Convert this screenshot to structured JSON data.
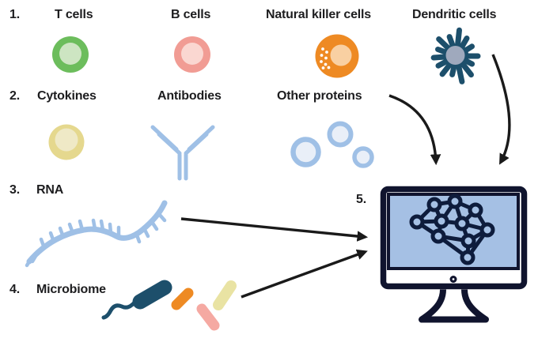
{
  "figure": {
    "kind": "immune-data-to-machine-learning-diagram",
    "rows": [
      {
        "number": "1.",
        "items": [
          "T cells",
          "B cells",
          "Natural killer cells",
          "Dendritic cells"
        ]
      },
      {
        "number": "2.",
        "items": [
          "Cytokines",
          "Antibodies",
          "Other proteins"
        ]
      },
      {
        "number": "3.",
        "items": [
          "RNA"
        ]
      },
      {
        "number": "4.",
        "items": [
          "Microbiome"
        ]
      },
      {
        "number": "5.",
        "items": []
      }
    ]
  },
  "icons": [
    "t-cell-icon",
    "b-cell-icon",
    "natural-killer-cell-icon",
    "dendritic-cell-icon",
    "cytokine-icon",
    "antibody-icon",
    "other-proteins-icon",
    "rna-icon",
    "microbiome-bacteria-icon",
    "monitor-icon",
    "neural-network-icon",
    "arrow-icon-rna-to-monitor",
    "arrow-icon-microbiome-to-monitor",
    "arrow-icon-proteins-to-monitor",
    "arrow-icon-dendritic-to-monitor"
  ],
  "palette": {
    "t_cell_outer": "#6cbd5c",
    "t_cell_inner": "#cde5c2",
    "b_cell_outer": "#f19c94",
    "b_cell_inner": "#fad7d1",
    "nk_cell_outer": "#ee8a23",
    "nk_cell_inner": "#f9d0a2",
    "dendritic_body": "#1d4f6b",
    "dendritic_nucleus": "#9fa9bd",
    "cytokine_outer": "#e5d88e",
    "cytokine_inner": "#efe9c6",
    "antibody_blue": "#9fc0e6",
    "protein_ring": "#9fc0e6",
    "protein_fill": "#e9eff8",
    "rna_blue": "#9fc0e6",
    "microbe_teal": "#1d4f6b",
    "microbe_orange": "#ee8a23",
    "microbe_pink": "#f5a9a2",
    "microbe_cream": "#e9e3a3",
    "screen_blue": "#a5c0e4",
    "monitor_frame": "#10142e",
    "network_navy": "#0e1c3c",
    "arrow_black": "#1a1a1a",
    "text_black": "#1d1d1f",
    "background": "#ffffff"
  }
}
